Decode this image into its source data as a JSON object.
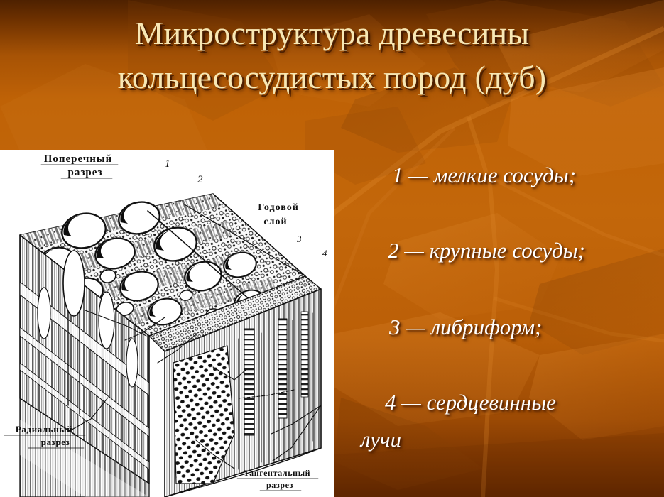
{
  "slide": {
    "title_lines": [
      "Микроструктура древесины",
      "кольцесосудистых пород (дуб)"
    ],
    "title_color": "#f7e7b4",
    "background_top_color": "#4e2100",
    "background_mid_color": "#c3670a",
    "background_bottom_color": "#5c2501",
    "legend_text_color": "#ffffff"
  },
  "legend": {
    "items": [
      {
        "number": "1",
        "dash": "—",
        "label": "мелкие сосуды;",
        "full": "1 — мелкие сосуды;"
      },
      {
        "number": "2",
        "dash": "—",
        "label": "крупные сосуды;",
        "full": "2 — крупные сосуды;"
      },
      {
        "number": "3",
        "dash": "—",
        "label": "либриформ;",
        "full": "3 — либриформ;"
      },
      {
        "number": "4",
        "dash": "—",
        "label": "сердцевинные",
        "full": "4 — сердцевинные"
      },
      {
        "number": "",
        "dash": "",
        "label": "лучи",
        "full": "лучи"
      }
    ]
  },
  "figure": {
    "background": "#ffffff",
    "ink_color": "#1a1a1a",
    "callouts": [
      {
        "id": "transverse",
        "text_line1": "Поперечный",
        "text_line2": "разрез"
      },
      {
        "id": "annual-layer",
        "text_line1": "Годовой",
        "text_line2": "слой"
      },
      {
        "id": "radial",
        "text_line1": "Радиальный",
        "text_line2": "разрез"
      },
      {
        "id": "tangential",
        "text_line1": "Тангентальный",
        "text_line2": "разрез"
      }
    ],
    "number_labels": [
      "1",
      "2",
      "3",
      "4"
    ]
  }
}
